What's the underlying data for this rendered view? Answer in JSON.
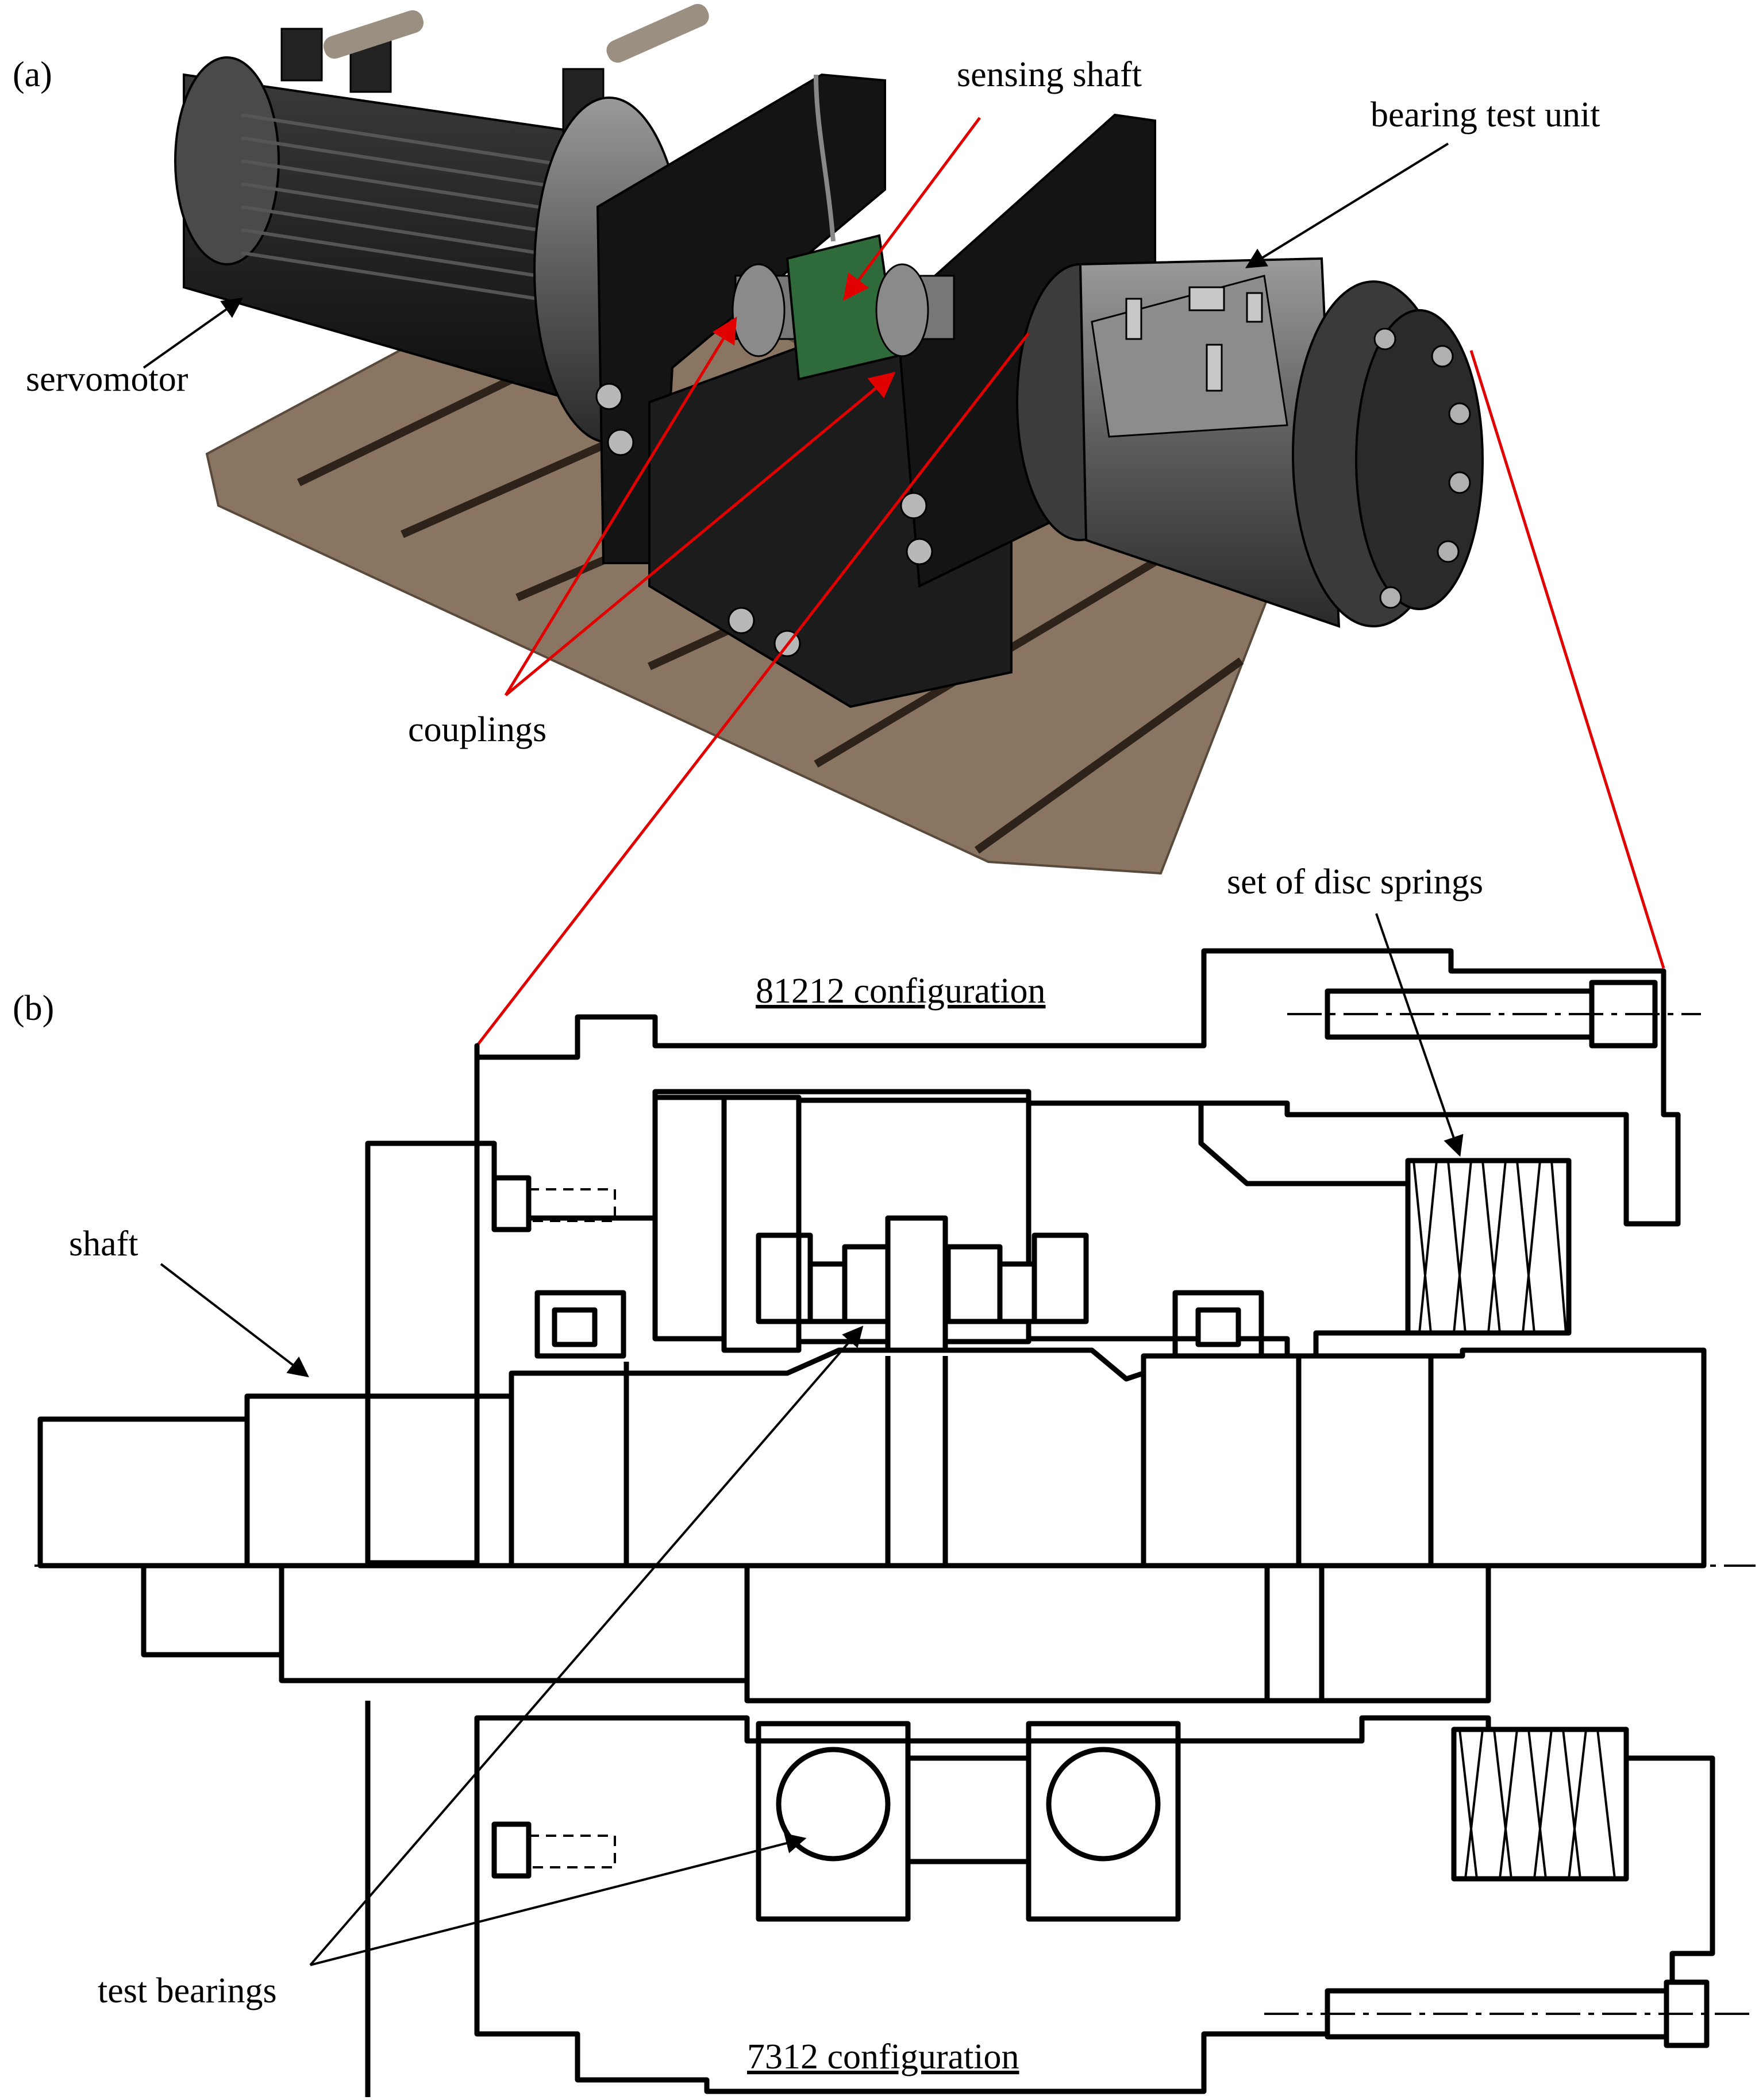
{
  "panels": {
    "a": "(a)",
    "b": "(b)"
  },
  "labels": {
    "sensing_shaft": "sensing shaft",
    "bearing_test_unit": "bearing test unit",
    "servomotor": "servomotor",
    "couplings": "couplings",
    "set_of_disc_springs": "set of disc springs",
    "shaft": "shaft",
    "test_bearings": "test bearings",
    "config_top": "81212 configuration",
    "config_bottom": "7312 configuration"
  },
  "colors": {
    "leader_red": "#e00000",
    "motor_body": "#1a1a1a",
    "steel": "#6b6b6b",
    "base_plate": "#8a7462",
    "sensor_green": "#2f6b3a"
  }
}
